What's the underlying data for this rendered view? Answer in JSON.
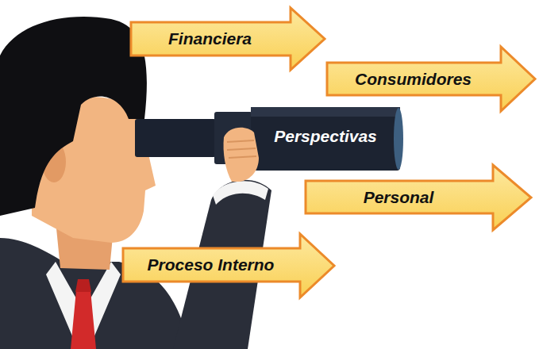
{
  "diagram": {
    "nodes": [
      {
        "text": [
          "Financiera"
        ]
      },
      {
        "text": [
          "Consumidores"
        ]
      },
      {
        "text": [
          "Perspectivas"
        ]
      },
      {
        "text": [
          "Personal"
        ]
      },
      {
        "text": [
          "Proceso Interno"
        ]
      }
    ]
  }
}
